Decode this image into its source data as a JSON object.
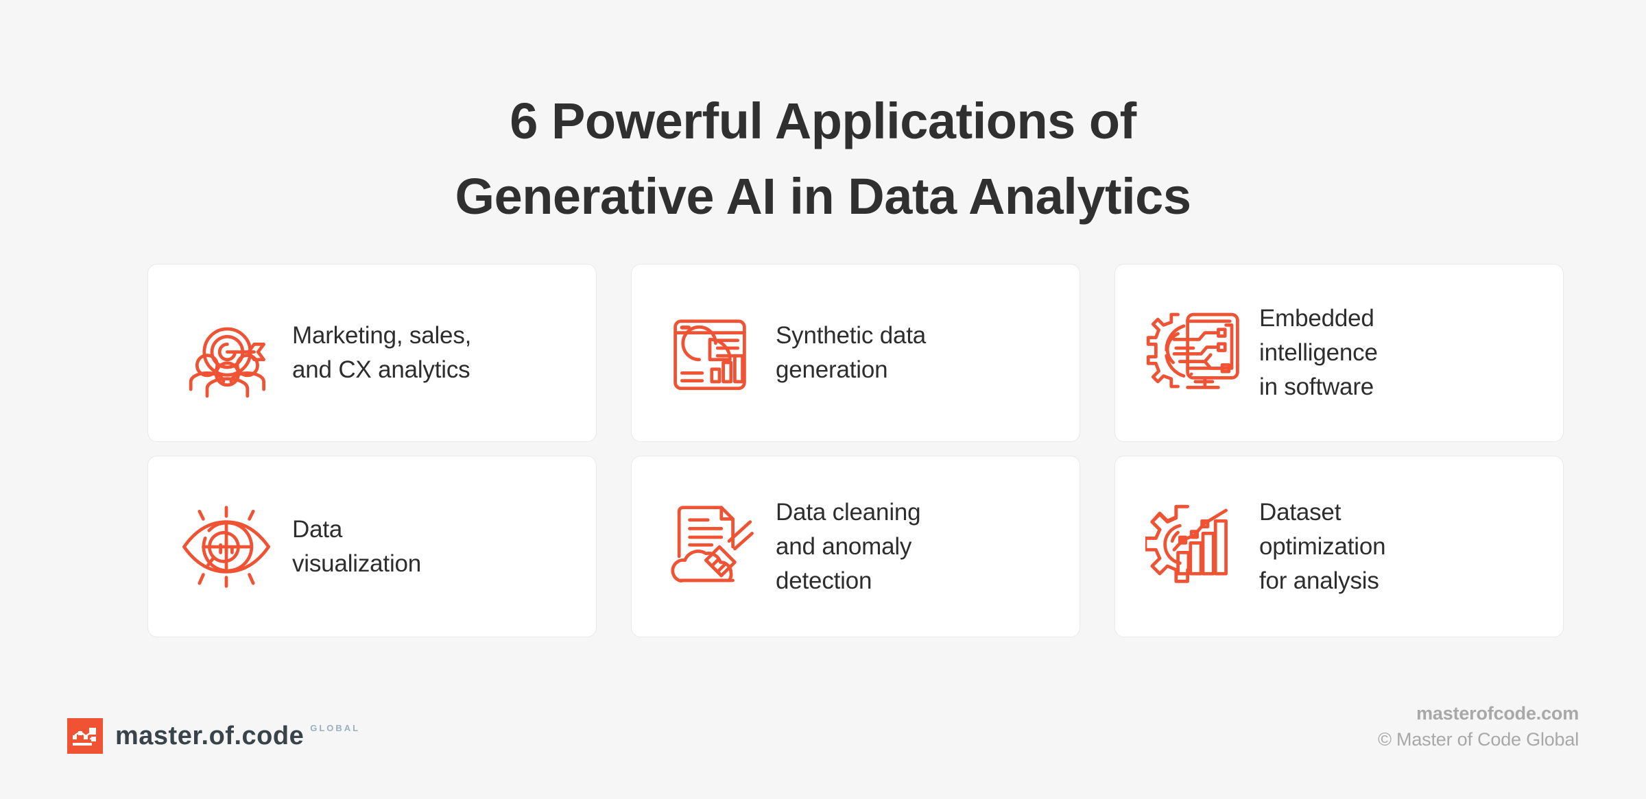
{
  "theme": {
    "background": "#F6F6F6",
    "card_background": "#FFFFFF",
    "card_border": "#E9E9E9",
    "accent": "#EF5334",
    "title_color": "#303030",
    "label_color": "#2D2D2D",
    "footer_color": "#A8A8A8",
    "logo_text_color": "#39434A",
    "logo_global_color": "#9BB0BD"
  },
  "title": {
    "line1": "6 Powerful Applications of",
    "line2": "Generative AI in Data Analytics",
    "full": "6 Powerful Applications of Generative AI in Data Analytics"
  },
  "cards": [
    {
      "icon": "target-audience-icon",
      "label_lines": [
        "Marketing, sales,",
        "and CX analytics"
      ],
      "label": "Marketing, sales, and CX analytics"
    },
    {
      "icon": "dashboard-charts-icon",
      "label_lines": [
        "Synthetic data",
        "generation"
      ],
      "label": "Synthetic data generation"
    },
    {
      "icon": "gear-monitor-circuit-icon",
      "label_lines": [
        "Embedded",
        "intelligence",
        "in software"
      ],
      "label": "Embedded intelligence in software"
    },
    {
      "icon": "eye-analytics-icon",
      "label_lines": [
        "Data",
        "visualization"
      ],
      "label": "Data visualization"
    },
    {
      "icon": "document-broom-icon",
      "label_lines": [
        "Data cleaning",
        "and anomaly",
        "detection"
      ],
      "label": "Data cleaning and anomaly detection"
    },
    {
      "icon": "gear-bar-chart-icon",
      "label_lines": [
        "Dataset",
        "optimization",
        "for analysis"
      ],
      "label": "Dataset optimization for analysis"
    }
  ],
  "footer": {
    "logo_mark": "master-of-code-logo-mark",
    "logo_text": "master.of.code",
    "logo_suffix": "GLOBAL",
    "site": "masterofcode.com",
    "copyright": "© Master of Code Global"
  }
}
